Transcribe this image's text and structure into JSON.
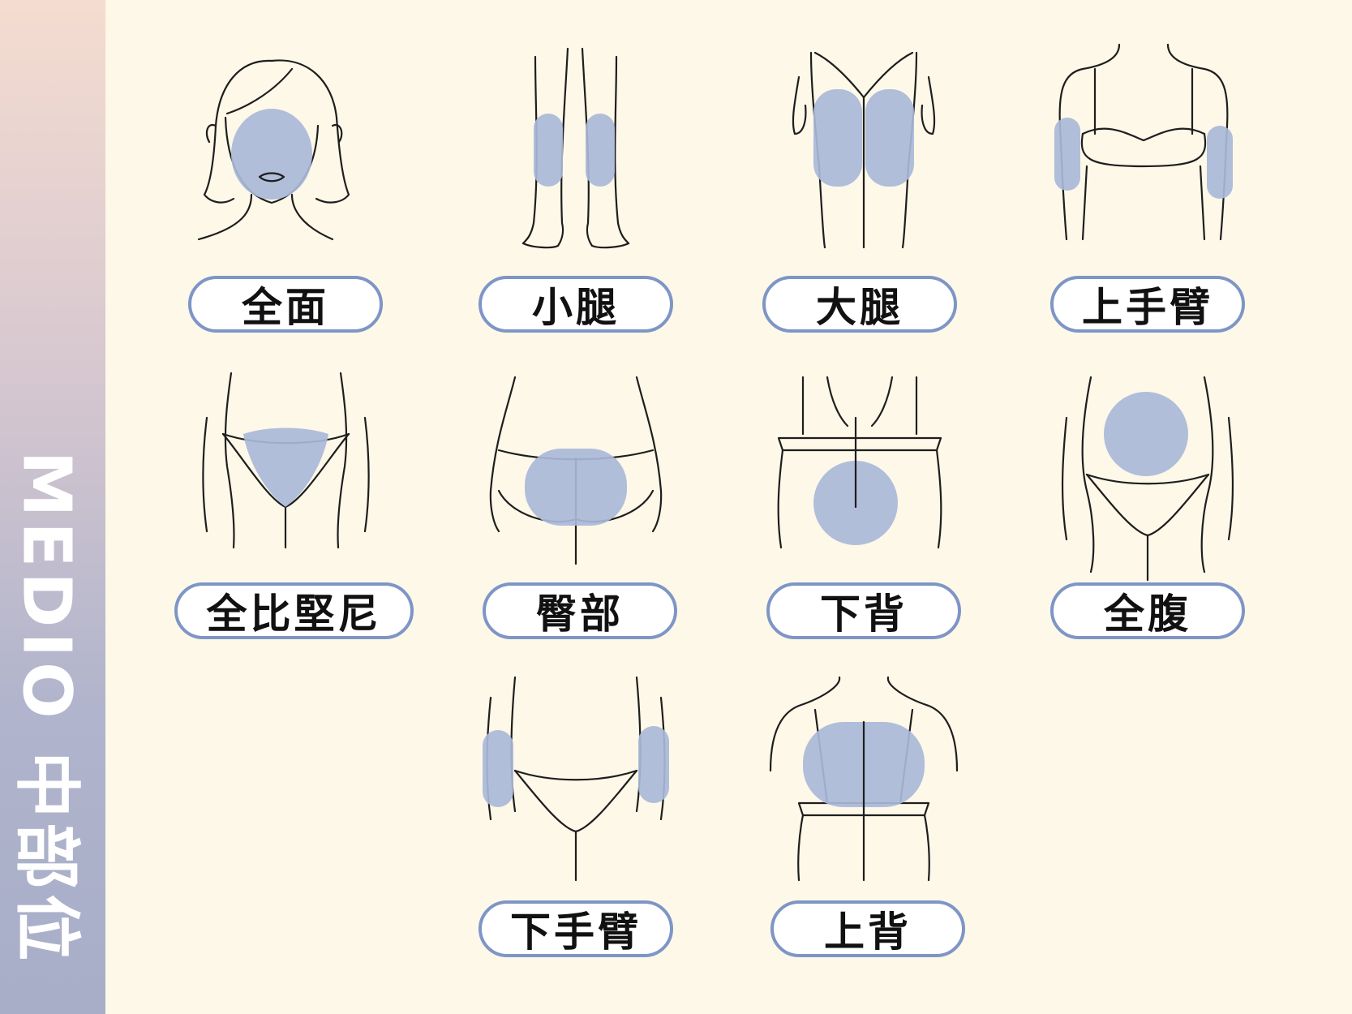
{
  "sidebar": {
    "title": "MEDIO 中部位"
  },
  "colors": {
    "highlight": "#a9b8d8",
    "pill_border": "#7e95c6",
    "background": "#fdf8e8",
    "line": "#1e1e1e"
  },
  "areas": [
    {
      "label": "全面"
    },
    {
      "label": "小腿"
    },
    {
      "label": "大腿"
    },
    {
      "label": "上手臂"
    },
    {
      "label": "全比堅尼"
    },
    {
      "label": "臀部"
    },
    {
      "label": "下背"
    },
    {
      "label": "全腹"
    },
    {
      "label": "下手臂"
    },
    {
      "label": "上背"
    }
  ]
}
